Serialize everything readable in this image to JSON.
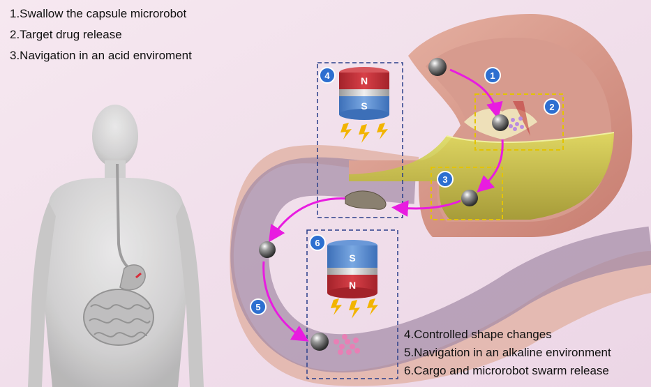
{
  "steps_top": [
    {
      "text": "1.Swallow the capsule microrobot"
    },
    {
      "text": "2.Target drug release"
    },
    {
      "text": "3.Navigation in an acid enviroment"
    }
  ],
  "steps_bottom": [
    {
      "text": "4.Controlled shape changes"
    },
    {
      "text": "5.Navigation in an alkaline environment"
    },
    {
      "text": "6.Cargo and microrobot swarm release"
    }
  ],
  "markers": [
    "1",
    "2",
    "3",
    "4",
    "5",
    "6"
  ],
  "magnet_top": {
    "upper": "N",
    "lower": "S"
  },
  "magnet_bottom": {
    "upper": "S",
    "lower": "N"
  },
  "colors": {
    "background": "#f3e3ef",
    "stomach_wall": "#e0a79a",
    "intestine": "#b8a0b6",
    "acid_fluid": "#c4c43c",
    "arrow": "#e81ce0",
    "marker": "#2d6fd0",
    "magnet_north": "#c8323a",
    "magnet_south": "#5a8ed0",
    "box_dashed_blue": "#2a3f8a",
    "box_dashed_yellow": "#e3c300",
    "lightning": "#f2b400"
  }
}
